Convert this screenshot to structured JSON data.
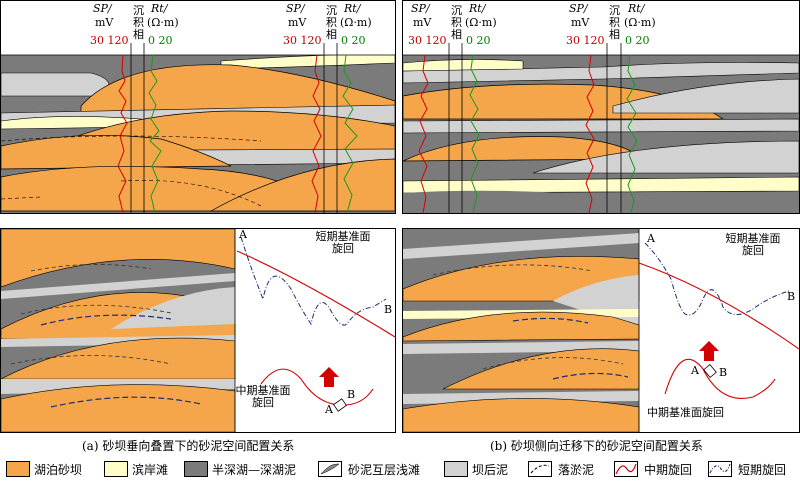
{
  "panel_a": {
    "caption": "(a) 砂坝垂向叠置下的砂泥空间配置关系",
    "log_left": {
      "sp_title": "SP/",
      "sp_unit": "mV",
      "sp_scale": "30 120",
      "facies": "沉积相",
      "rt_title": "Rt/",
      "rt_unit": "(Ω·m)",
      "rt_scale": "0 20"
    },
    "log_right": {
      "sp_title": "SP/",
      "sp_unit": "mV",
      "sp_scale": "30 120",
      "facies": "沉积相",
      "rt_title": "Rt/",
      "rt_unit": "(Ω·m)",
      "rt_scale": "0 20"
    },
    "short_cycle_label": "短期基准面旋回",
    "mid_cycle_label": "中期基准面旋回",
    "point_a": "A",
    "point_b": "B",
    "point_a2": "A",
    "point_b2": "B"
  },
  "panel_b": {
    "caption": "(b) 砂坝侧向迁移下的砂泥空间配置关系",
    "log_left": {
      "sp_title": "SP/",
      "sp_unit": "mV",
      "sp_scale": "30 120",
      "facies": "沉积相",
      "rt_title": "Rt/",
      "rt_unit": "(Ω·m)",
      "rt_scale": "0 20"
    },
    "log_right": {
      "sp_title": "SP/",
      "sp_unit": "mV",
      "sp_scale": "30 120",
      "facies": "沉积相",
      "rt_title": "Rt/",
      "rt_unit": "(Ω·m)",
      "rt_scale": "0 20"
    },
    "short_cycle_label": "短期基准面旋回",
    "mid_cycle_label": "中期基准面旋回",
    "point_a": "A",
    "point_b": "B",
    "point_a2": "A",
    "point_b2": "B"
  },
  "legend": [
    {
      "label": "湖泊砂坝",
      "icon": "orange-swatch"
    },
    {
      "label": "滨岸滩",
      "icon": "yellow-swatch"
    },
    {
      "label": "半深湖—深湖泥",
      "icon": "dark-gray-swatch"
    },
    {
      "label": "砂泥互层浅滩",
      "icon": "lens-swatch"
    },
    {
      "label": "坝后泥",
      "icon": "light-gray-swatch"
    },
    {
      "label": "落淤泥",
      "icon": "dashed-line"
    },
    {
      "label": "中期旋回",
      "icon": "red-curve"
    },
    {
      "label": "短期旋回",
      "icon": "blue-dashdot-curve"
    }
  ],
  "colors": {
    "sand": "#f5a64a",
    "beach": "#fffdc8",
    "dark_mud": "#7b7b7b",
    "light_mud": "#d2d2d2",
    "mid_cycle": "#d40000",
    "short_cycle": "#1f2d6e",
    "rt_log": "#1a9a1a"
  }
}
